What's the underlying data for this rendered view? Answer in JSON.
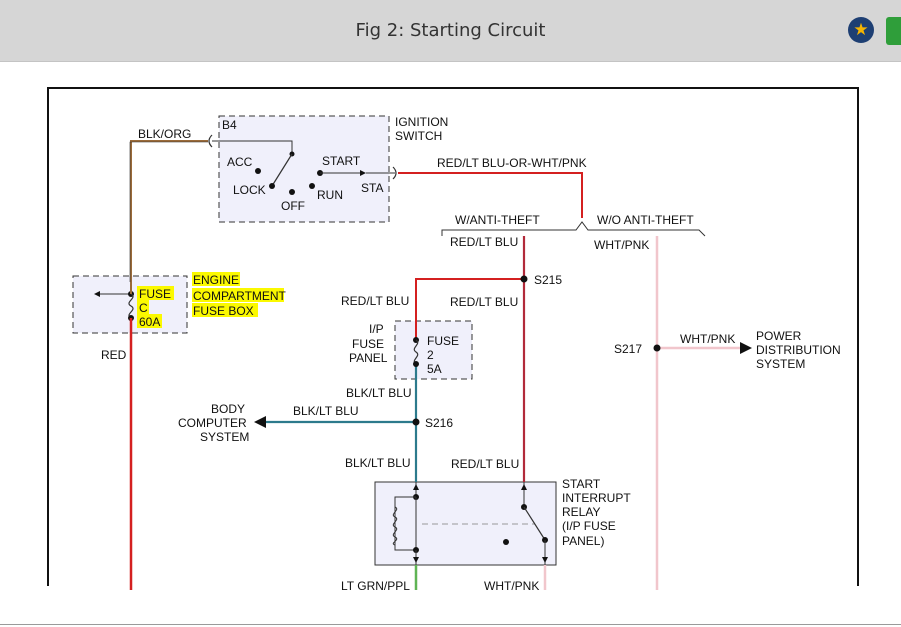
{
  "header": {
    "title": "Fig 2: Starting Circuit",
    "favorite_icon": "star-icon",
    "action_icon": "green-action-button"
  },
  "colors": {
    "header_bg": "#d6d6d6",
    "wire_red": "#d42020",
    "wire_brown": "#9b6b3a",
    "wire_blue": "#2c7a8c",
    "wire_pink": "#f1c6cc",
    "wire_green": "#5fb454",
    "highlight": "#fbf900",
    "box_fill": "#f0f0fb"
  },
  "diagram": {
    "wires": {
      "blk_org": "BLK/ORG",
      "red_lt_blu_or_wht_pnk": "RED/LT BLU-OR-WHT/PNK",
      "w_anti_theft": "W/ANTI-THEFT",
      "wo_anti_theft": "W/O ANTI-THEFT",
      "red_lt_blu_1": "RED/LT BLU",
      "wht_pnk_1": "WHT/PNK",
      "red_lt_blu_2": "RED/LT BLU",
      "red_lt_blu_3": "RED/LT BLU",
      "red": "RED",
      "blk_lt_blu_1": "BLK/LT BLU",
      "blk_lt_blu_2": "BLK/LT BLU",
      "blk_lt_blu_3": "BLK/LT BLU",
      "red_lt_blu_4": "RED/LT BLU",
      "wht_pnk_2": "WHT/PNK",
      "lt_grn_ppl": "LT GRN/PPL",
      "wht_pnk_3": "WHT/PNK"
    },
    "ignition_switch": {
      "label_line1": "IGNITION",
      "label_line2": "SWITCH",
      "terminal_b4": "B4",
      "acc": "ACC",
      "lock": "LOCK",
      "off": "OFF",
      "run": "RUN",
      "start": "START",
      "sta": "STA"
    },
    "engine_fuse_box": {
      "fuse_line1": "FUSE",
      "fuse_line2": "C",
      "fuse_line3": "60A",
      "label_line1": "ENGINE",
      "label_line2": "COMPARTMENT",
      "label_line3": "FUSE BOX"
    },
    "splices": {
      "s215": "S215",
      "s216": "S216",
      "s217": "S217"
    },
    "ip_fuse_panel": {
      "label_line1": "I/P",
      "label_line2": "FUSE",
      "label_line3": "PANEL",
      "fuse_line1": "FUSE",
      "fuse_line2": "2",
      "fuse_line3": "5A"
    },
    "body_computer": {
      "line1": "BODY",
      "line2": "COMPUTER",
      "line3": "SYSTEM"
    },
    "power_distribution": {
      "line1": "POWER",
      "line2": "DISTRIBUTION",
      "line3": "SYSTEM"
    },
    "relay": {
      "line1": "START",
      "line2": "INTERRUPT",
      "line3": "RELAY",
      "line4": "(I/P FUSE",
      "line5": "PANEL)"
    }
  }
}
